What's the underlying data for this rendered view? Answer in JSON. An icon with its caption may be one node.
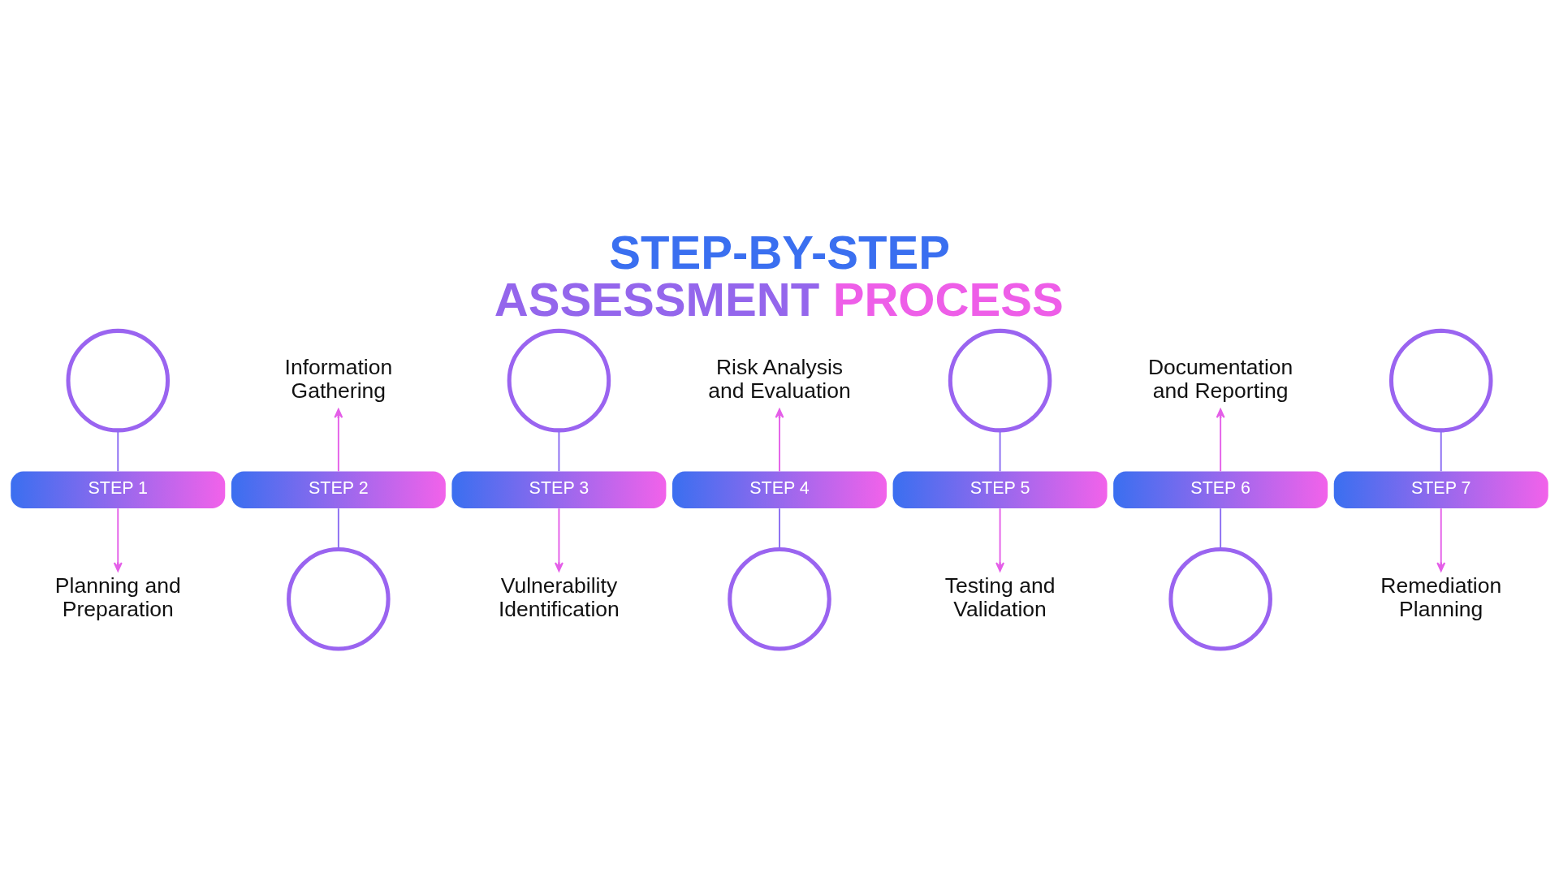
{
  "diagram": {
    "title": "STEP-BY-STEP ASSESSMENT PROCESS",
    "nodes": [
      {
        "text": [],
        "shape": "circle"
      },
      {
        "text": [
          "Information Gathering"
        ]
      },
      {
        "text": [],
        "shape": "circle"
      },
      {
        "text": [
          "Risk Analysis and Evaluation"
        ]
      },
      {
        "text": [],
        "shape": "circle"
      },
      {
        "text": [
          "Documentation and Reporting"
        ]
      },
      {
        "text": [],
        "shape": "circle"
      },
      {
        "text": [
          "STEP 1"
        ]
      },
      {
        "text": [
          "STEP 2"
        ]
      },
      {
        "text": [
          "STEP 3"
        ]
      },
      {
        "text": [
          "STEP 4"
        ]
      },
      {
        "text": [
          "STEP 5"
        ]
      },
      {
        "text": [
          "STEP 6"
        ]
      },
      {
        "text": [
          "STEP 7"
        ]
      },
      {
        "text": [
          "Planning and Preparation"
        ]
      },
      {
        "text": [],
        "shape": "circle"
      },
      {
        "text": [
          "Vulnerability Identification"
        ]
      },
      {
        "text": [],
        "shape": "circle"
      },
      {
        "text": [
          "Testing and Validation"
        ]
      },
      {
        "text": [],
        "shape": "circle"
      },
      {
        "text": [
          "Remediation Planning"
        ]
      }
    ],
    "edges": [
      {
        "from": 0,
        "to": 7,
        "arrow": "none",
        "color": "#8a6cf2"
      },
      {
        "from": 7,
        "to": 14,
        "arrow": "to",
        "color": "#e45ee8"
      },
      {
        "from": 8,
        "to": 1,
        "arrow": "to",
        "color": "#e45ee8"
      },
      {
        "from": 8,
        "to": 15,
        "arrow": "none",
        "color": "#8a6cf2"
      },
      {
        "from": 2,
        "to": 9,
        "arrow": "none",
        "color": "#8a6cf2"
      },
      {
        "from": 9,
        "to": 16,
        "arrow": "to",
        "color": "#e45ee8"
      },
      {
        "from": 10,
        "to": 3,
        "arrow": "to",
        "color": "#e45ee8"
      },
      {
        "from": 10,
        "to": 17,
        "arrow": "none",
        "color": "#8a6cf2"
      },
      {
        "from": 4,
        "to": 11,
        "arrow": "none",
        "color": "#8a6cf2"
      },
      {
        "from": 11,
        "to": 18,
        "arrow": "to",
        "color": "#e45ee8"
      },
      {
        "from": 12,
        "to": 5,
        "arrow": "to",
        "color": "#e45ee8"
      },
      {
        "from": 12,
        "to": 19,
        "arrow": "none",
        "color": "#8a6cf2"
      },
      {
        "from": 6,
        "to": 13,
        "arrow": "none",
        "color": "#8a6cf2"
      },
      {
        "from": 13,
        "to": 20,
        "arrow": "to",
        "color": "#e45ee8"
      }
    ]
  }
}
